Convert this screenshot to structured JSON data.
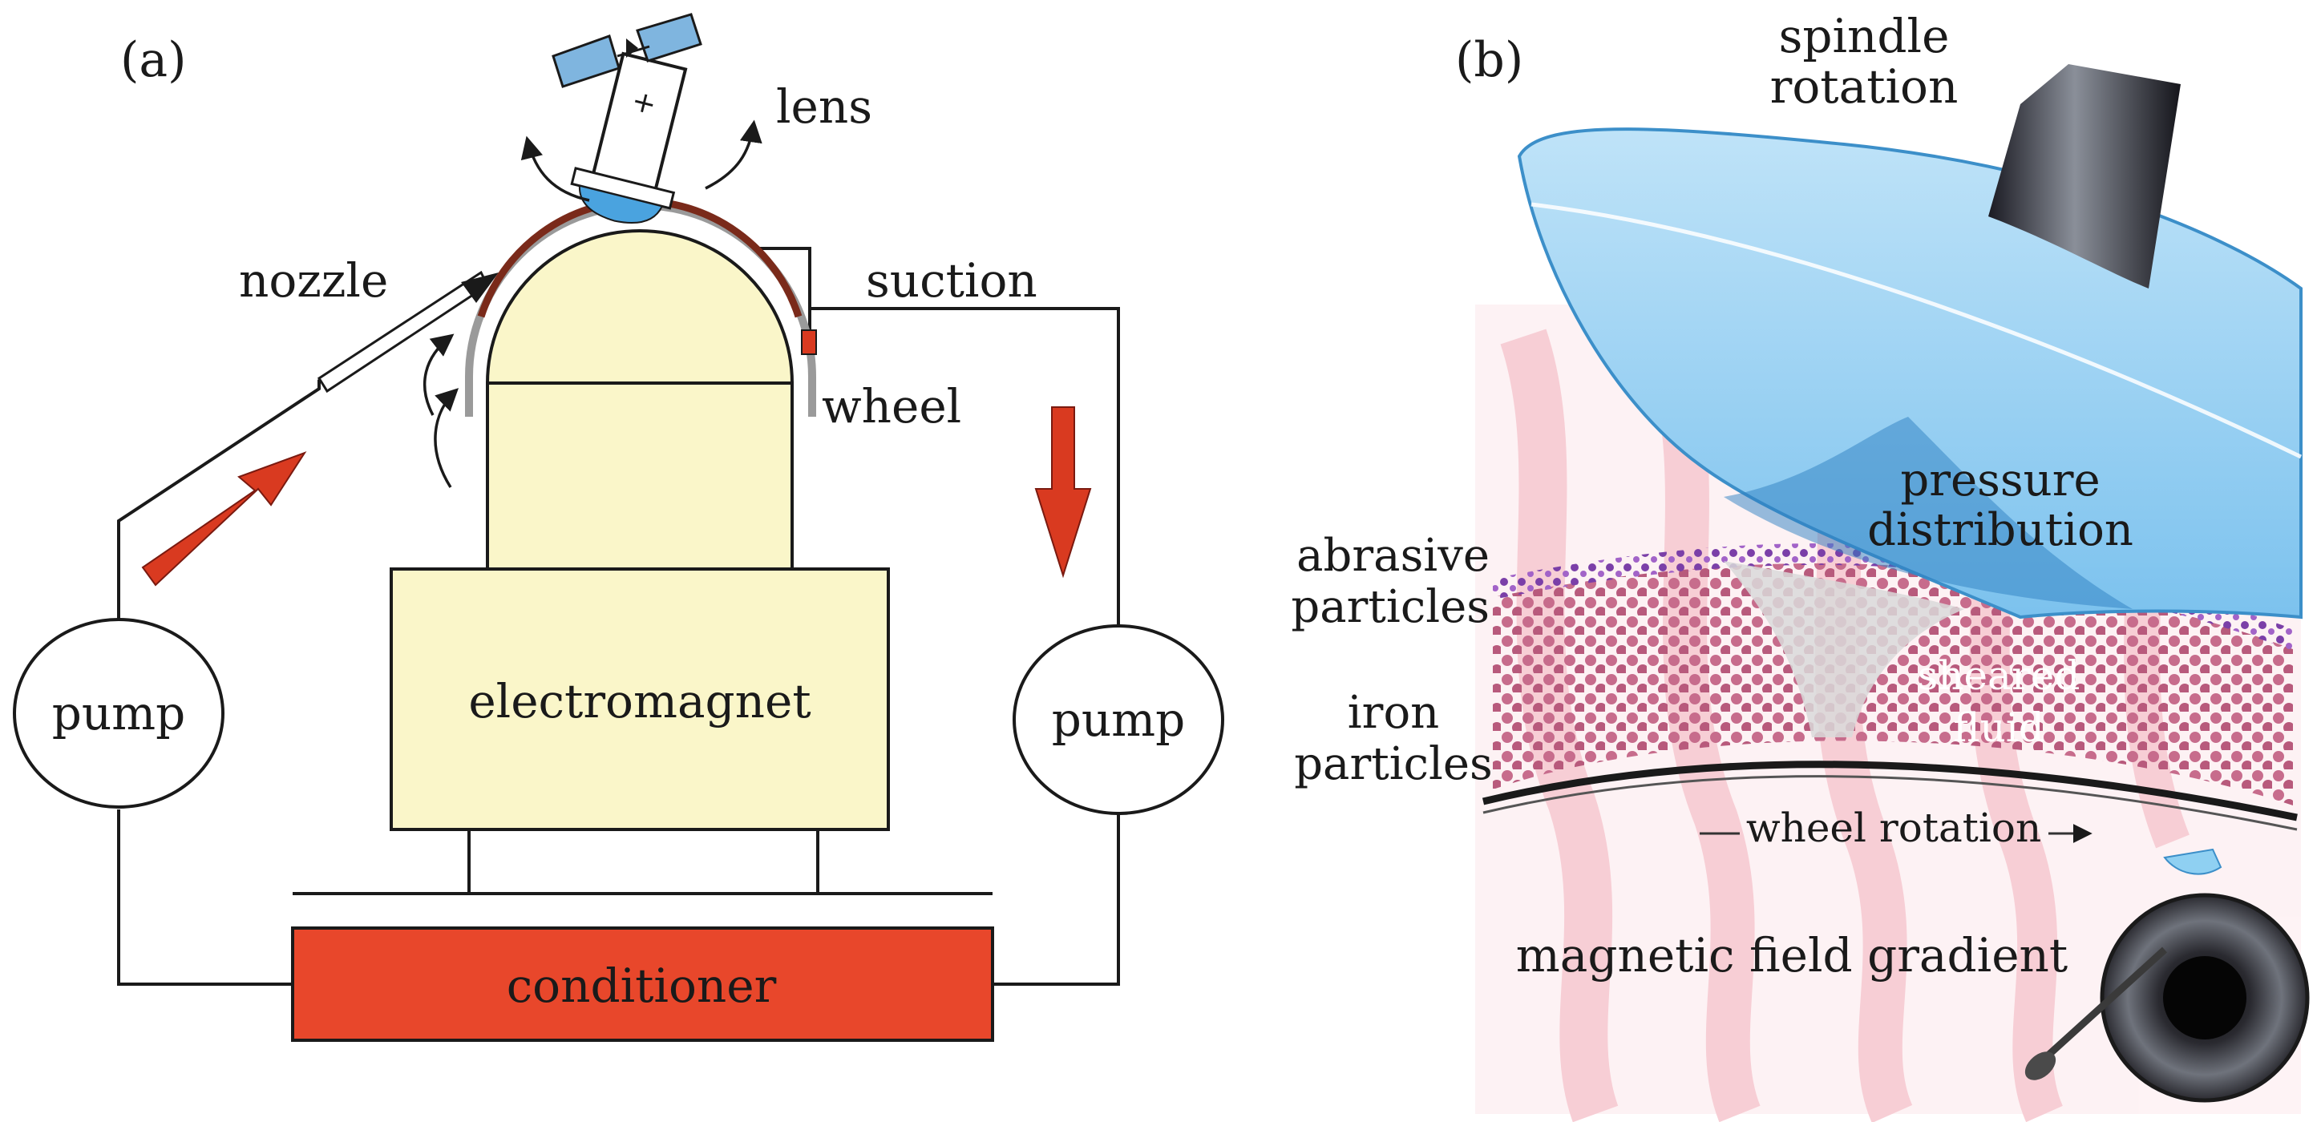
{
  "panel_a": {
    "tag": "(a)",
    "labels": {
      "lens": "lens",
      "nozzle": "nozzle",
      "suction": "suction",
      "wheel": "wheel",
      "pump_left": "pump",
      "pump_right": "pump",
      "electromagnet": "electromagnet",
      "conditioner": "conditioner"
    }
  },
  "panel_b": {
    "tag": "(b)",
    "labels": {
      "spindle_line1": "spindle",
      "spindle_line2": "rotation",
      "pressure_line1": "pressure",
      "pressure_line2": "distribution",
      "abrasive_line1": "abrasive",
      "abrasive_line2": "particles",
      "iron_line1": "iron",
      "iron_line2": "particles",
      "sheared_line1": "sheared",
      "sheared_line2": "fluid",
      "wheel_rotation": "wheel rotation",
      "magnetic_field": "magnetic field gradient"
    }
  },
  "colors": {
    "conditioner_red": "#e8472b",
    "arrow_red": "#d93a20",
    "electromagnet_fill": "#faf6c9",
    "lens_blue": "#4aa3df",
    "wheel_rim": "#7a2a1a"
  }
}
